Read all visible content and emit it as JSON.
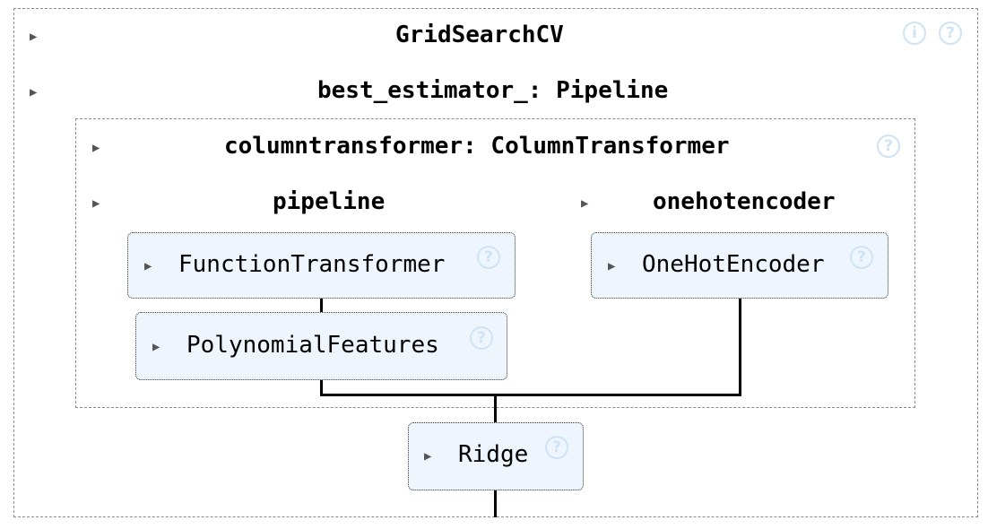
{
  "gridsearch": {
    "title": "GridSearchCV",
    "info_icon": "i",
    "help_icon": "?"
  },
  "best_estimator": {
    "title": "best_estimator_: Pipeline"
  },
  "columntransformer": {
    "title": "columntransformer: ColumnTransformer",
    "help_icon": "?"
  },
  "pipeline": {
    "title": "pipeline",
    "steps": [
      {
        "label": "FunctionTransformer",
        "help_icon": "?"
      },
      {
        "label": "PolynomialFeatures",
        "help_icon": "?"
      }
    ]
  },
  "onehotencoder": {
    "title": "onehotencoder",
    "steps": [
      {
        "label": "OneHotEncoder",
        "help_icon": "?"
      }
    ]
  },
  "ridge": {
    "label": "Ridge",
    "help_icon": "?"
  },
  "toggle_symbol": "▶",
  "colors": {
    "estimator_fill": "#eef5fd",
    "help_icon": "#cfe3f5",
    "connector": "#000000",
    "dashed_border": "#8a8a8a"
  }
}
